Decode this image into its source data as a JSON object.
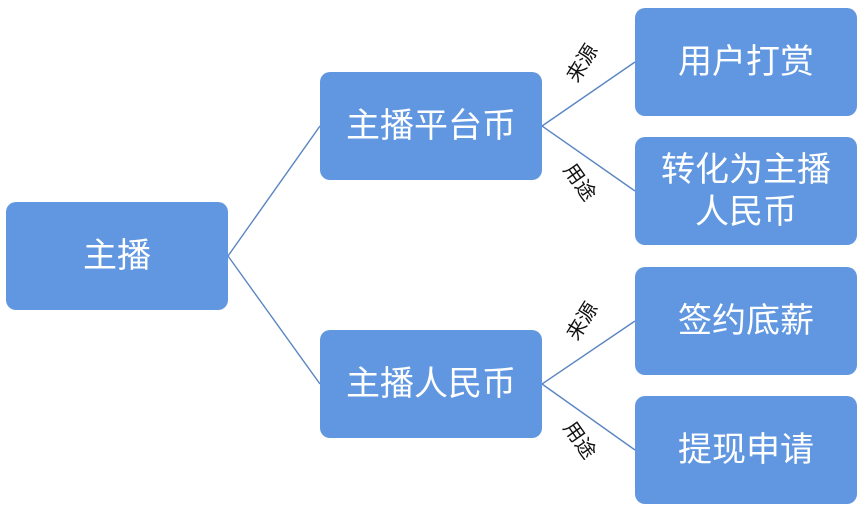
{
  "diagram": {
    "root": {
      "label": "主播"
    },
    "branches": [
      {
        "label": "主播平台币",
        "source_label": "来源",
        "source_value": "用户打赏",
        "use_label": "用途",
        "use_value": "转化为主播人民币"
      },
      {
        "label": "主播人民币",
        "source_label": "来源",
        "source_value": "签约底薪",
        "use_label": "用途",
        "use_value": "提现申请"
      }
    ]
  },
  "colors": {
    "node_fill": "#6197e0",
    "node_text": "#ffffff",
    "connector": "#5b86c2",
    "label_text": "#111111"
  }
}
